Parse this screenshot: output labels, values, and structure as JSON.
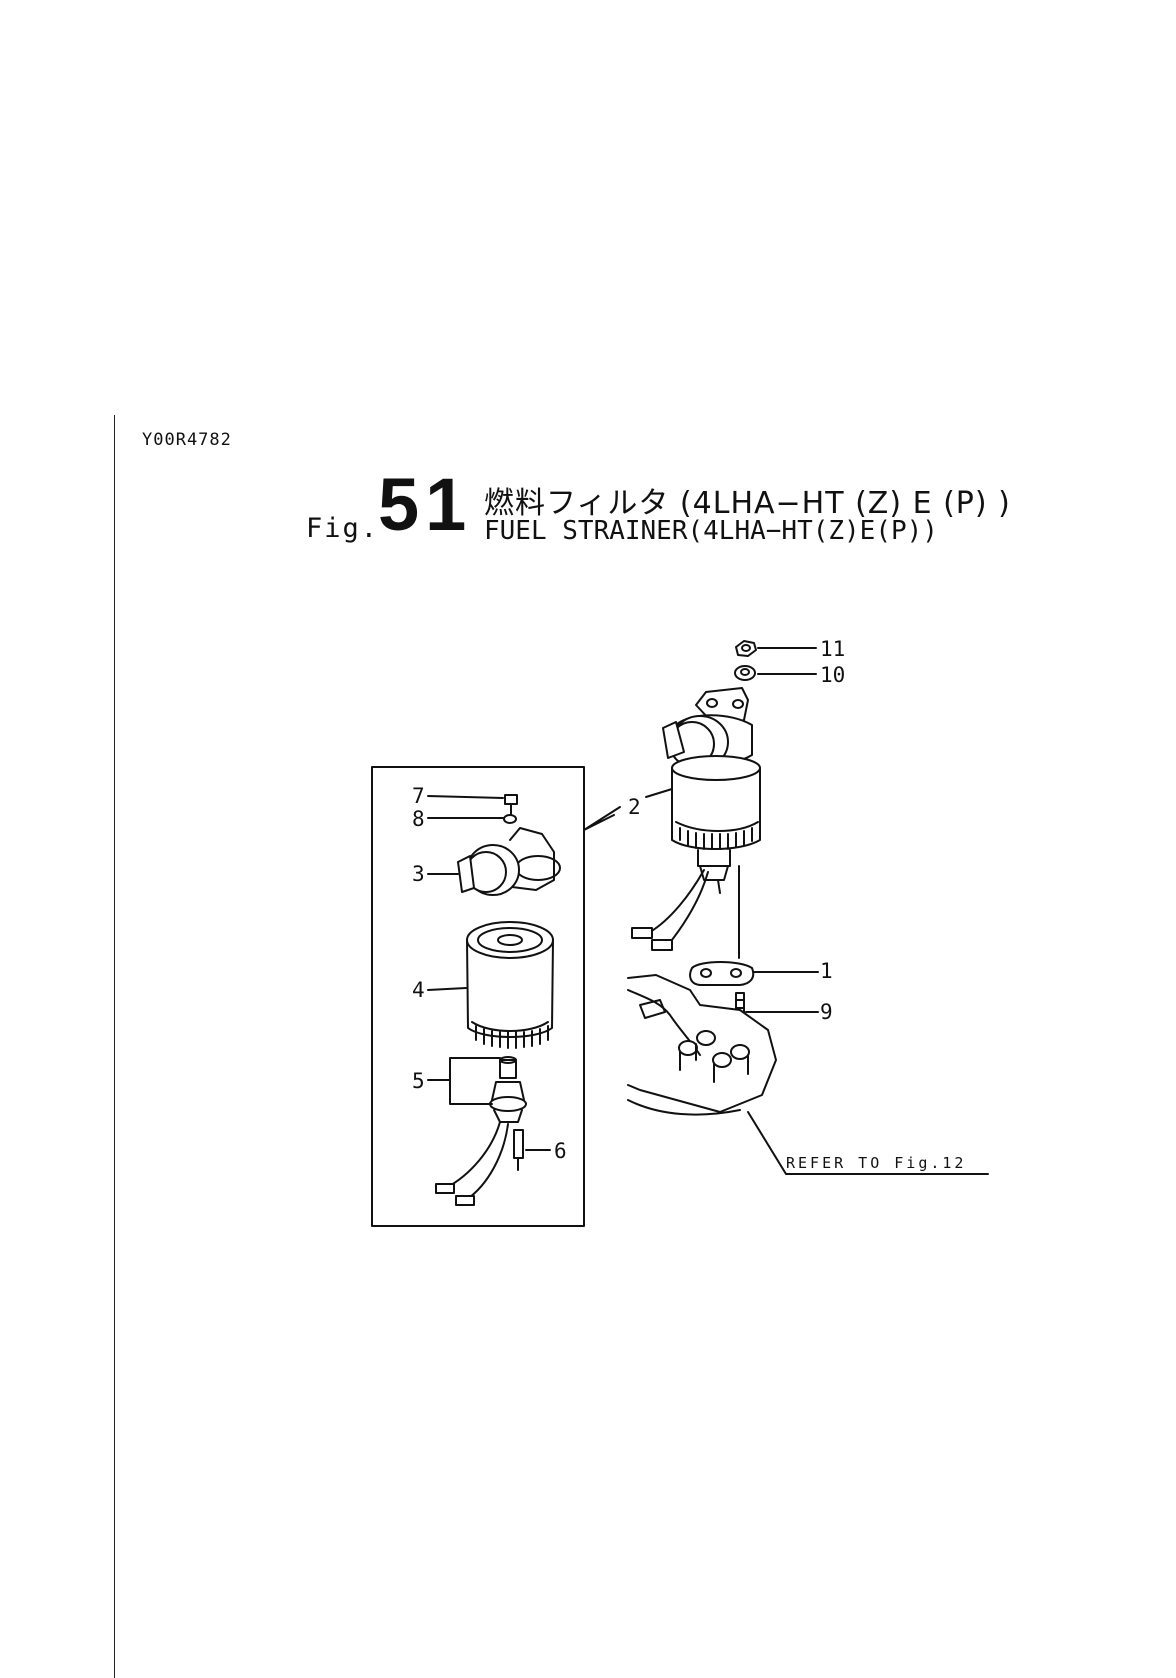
{
  "document_code": "Y00R4782",
  "figure": {
    "prefix": "Fig.",
    "number": "51",
    "title_ja": "燃料フィルタ (4LHA−HT (Z) E (P) )",
    "title_en": "FUEL STRAINER(4LHA−HT(Z)E(P))"
  },
  "callouts": [
    "1",
    "2",
    "3",
    "4",
    "5",
    "6",
    "7",
    "8",
    "9",
    "10",
    "11"
  ],
  "reference_note": "REFER TO Fig.12"
}
